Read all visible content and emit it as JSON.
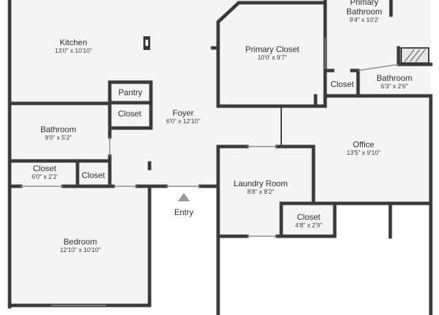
{
  "rooms": {
    "kitchen": {
      "name": "Kitchen",
      "dims": "13'0\" x 10'10\""
    },
    "primary_bath": {
      "name": "Primary\nBathroom",
      "dims": "9'4\" x 10'2'"
    },
    "primary_closet": {
      "name": "Primary Closet",
      "dims": "10'0' x 9'7\""
    },
    "bath_small": {
      "name": "Bathroom",
      "dims": "6'3\" x 2'6\""
    },
    "closet_small": {
      "name": "Closet"
    },
    "pantry": {
      "name": "Pantry"
    },
    "closet_a": {
      "name": "Closet"
    },
    "foyer": {
      "name": "Foyer",
      "dims": "6'0\" x 12'10\""
    },
    "bathroom": {
      "name": "Bathroom",
      "dims": "9'0\" x 5'2\""
    },
    "office": {
      "name": "Office",
      "dims": "13'5\" x 9'10\""
    },
    "closet_b": {
      "name": "Closet",
      "dims": "6'0\" x 2'2'"
    },
    "closet_c": {
      "name": "Closet"
    },
    "laundry": {
      "name": "Laundry Room",
      "dims": "8'8\" x 8'2\""
    },
    "closet_d": {
      "name": "Closet",
      "dims": "4'8\" x 2'9\""
    },
    "bedroom": {
      "name": "Bedroom",
      "dims": "12'10\" x 10'10\""
    }
  },
  "entry": {
    "label": "Entry"
  },
  "colors": {
    "wall": "#3a3a3a",
    "floor": "#f4f4f4",
    "outside": "#ffffff",
    "door_gap": "#ffffff"
  },
  "icons": [
    "entry-arrow-icon",
    "stairs-icon",
    "fixture-icon"
  ]
}
